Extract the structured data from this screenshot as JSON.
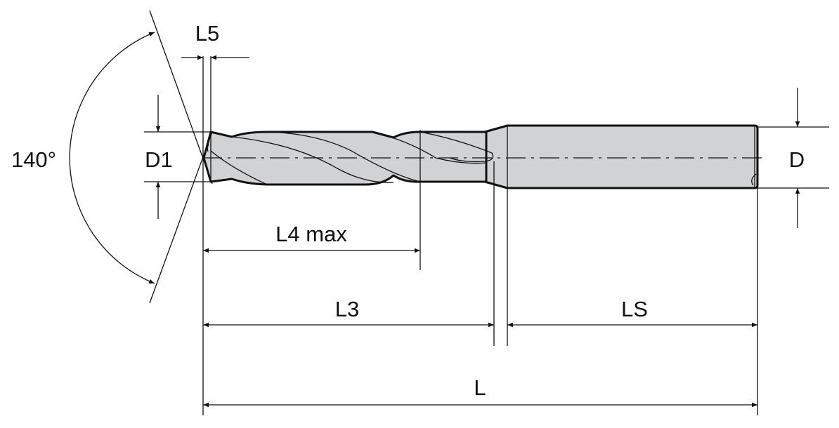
{
  "labels": {
    "angle": "140°",
    "l5": "L5",
    "d1": "D1",
    "d": "D",
    "l4": "L4 max",
    "l3": "L3",
    "ls": "LS",
    "l": "L"
  },
  "colors": {
    "tool_fill": "#d1d2d4",
    "line": "#111111"
  }
}
